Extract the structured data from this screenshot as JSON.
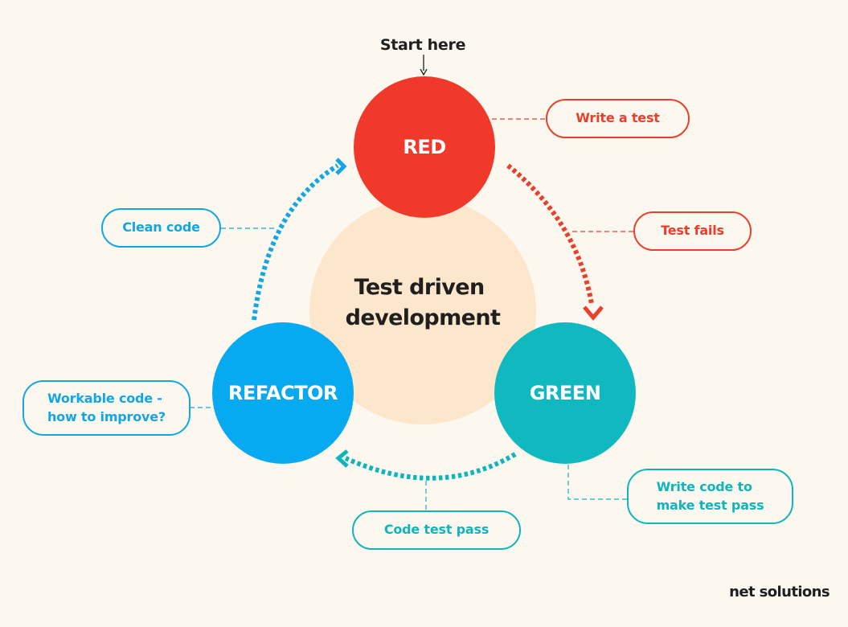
{
  "start_label": "Start here",
  "center_label_lines": [
    "Test driven",
    "development"
  ],
  "nodes": {
    "red": {
      "label": "RED",
      "color": "#f0392a"
    },
    "green": {
      "label": "GREEN",
      "color": "#10b9bf"
    },
    "refactor": {
      "label": "REFACTOR",
      "color": "#07a9f1"
    }
  },
  "center_color": "#fce6cc",
  "callouts": {
    "write_test": "Write a test",
    "test_fails": "Test fails",
    "write_code": [
      "Write code to",
      "make test pass"
    ],
    "code_test_pass": "Code test pass",
    "workable_code": [
      "Workable code -",
      "how to improve?"
    ],
    "clean_code": "Clean code"
  },
  "logo_text": "net solutions"
}
